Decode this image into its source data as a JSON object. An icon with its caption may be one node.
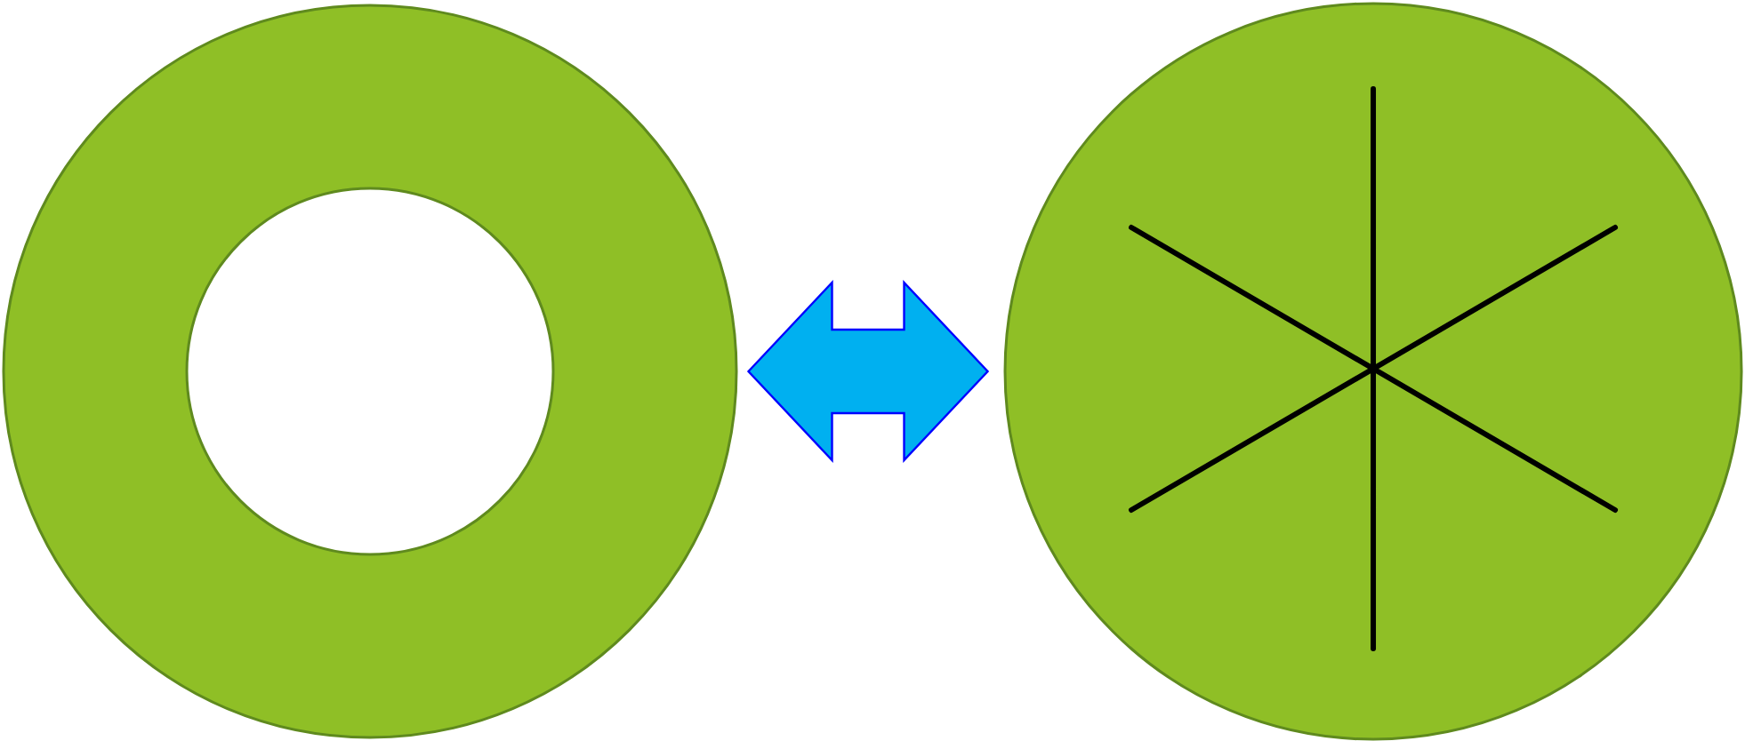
{
  "diagram": {
    "nodes": [
      {
        "text": [],
        "shape": "ring"
      },
      {
        "text": [],
        "shape": "circle"
      }
    ],
    "edges": [
      {
        "from": 0,
        "to": 1,
        "arrow": "both",
        "color": "#00b0f0"
      }
    ]
  }
}
